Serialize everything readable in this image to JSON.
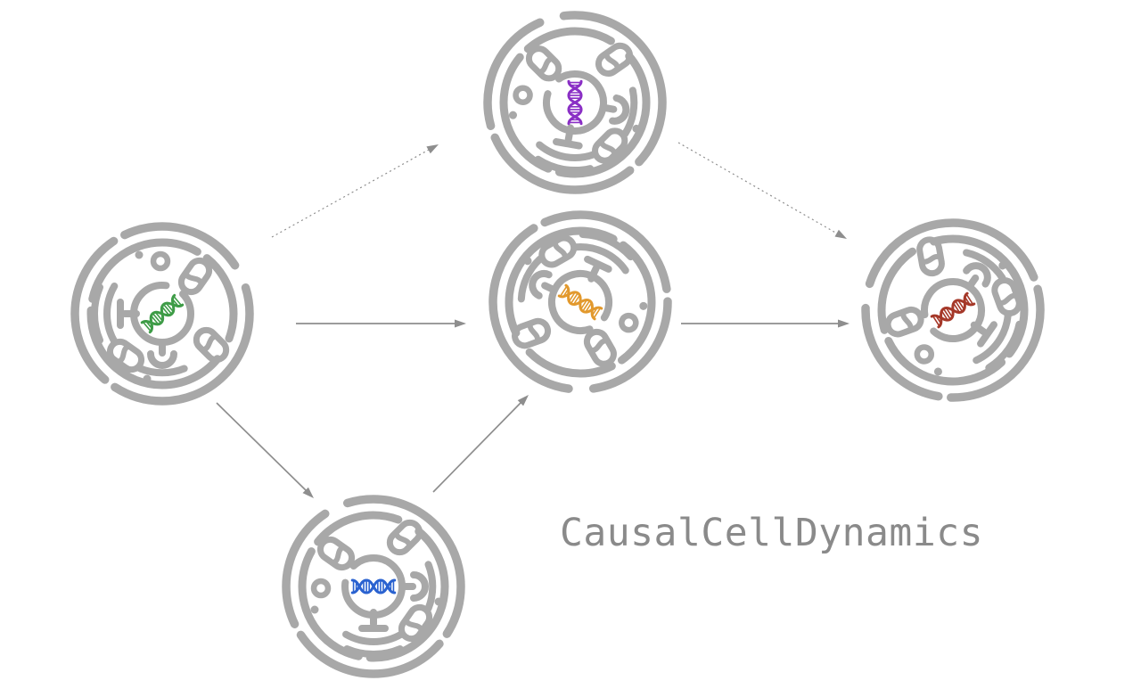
{
  "title": {
    "label": "CausalCellDynamics"
  },
  "colors": {
    "background": "#ffffff",
    "cell_outline": "#a8a8a8",
    "arrow": "#8e8e8e",
    "title_text": "#8a8a8a"
  },
  "diagram": {
    "nodes": [
      {
        "id": "cell-green",
        "icon": "eukaryotic-cell-icon",
        "dna_icon": "dna-helix-icon",
        "position": "left",
        "dna_color": "#3e9c47"
      },
      {
        "id": "cell-purple",
        "icon": "eukaryotic-cell-icon",
        "dna_icon": "dna-helix-icon",
        "position": "top",
        "dna_color": "#8a2fc5"
      },
      {
        "id": "cell-orange",
        "icon": "eukaryotic-cell-icon",
        "dna_icon": "dna-helix-icon",
        "position": "center",
        "dna_color": "#e2992d"
      },
      {
        "id": "cell-blue",
        "icon": "eukaryotic-cell-icon",
        "dna_icon": "dna-helix-icon",
        "position": "bottom",
        "dna_color": "#2a62d0"
      },
      {
        "id": "cell-red",
        "icon": "eukaryotic-cell-icon",
        "dna_icon": "dna-helix-icon",
        "position": "right",
        "dna_color": "#a53829"
      }
    ],
    "edges": [
      {
        "from": "cell-green",
        "to": "cell-purple",
        "line_style": "dashed"
      },
      {
        "from": "cell-green",
        "to": "cell-orange",
        "line_style": "solid"
      },
      {
        "from": "cell-green",
        "to": "cell-blue",
        "line_style": "solid"
      },
      {
        "from": "cell-blue",
        "to": "cell-orange",
        "line_style": "solid"
      },
      {
        "from": "cell-purple",
        "to": "cell-red",
        "line_style": "dashed"
      },
      {
        "from": "cell-orange",
        "to": "cell-red",
        "line_style": "solid"
      }
    ]
  }
}
